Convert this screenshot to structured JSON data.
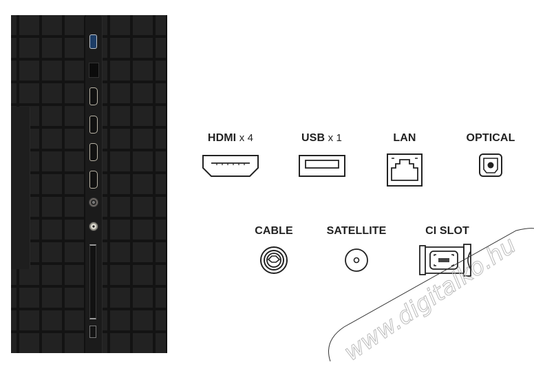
{
  "tv_back_panel": {
    "ports_top_to_bottom": [
      "usb",
      "lan",
      "hdmi",
      "hdmi",
      "hdmi",
      "hdmi",
      "cable",
      "satellite",
      "ci-slot",
      "optical"
    ]
  },
  "connectors": {
    "hdmi": {
      "name": "HDMI",
      "mult": "x 4"
    },
    "usb": {
      "name": "USB",
      "mult": "x 1"
    },
    "lan": {
      "name": "LAN"
    },
    "optical": {
      "name": "OPTICAL"
    },
    "cable": {
      "name": "CABLE"
    },
    "satellite": {
      "name": "SATELLITE"
    },
    "ci_slot": {
      "name": "CI SLOT"
    }
  },
  "watermark": {
    "text": "www.digitalko.hu"
  },
  "colors": {
    "panel": "#222222",
    "grid": "#131313",
    "usb_blue": "#1d3d66",
    "icon_stroke": "#222222"
  }
}
